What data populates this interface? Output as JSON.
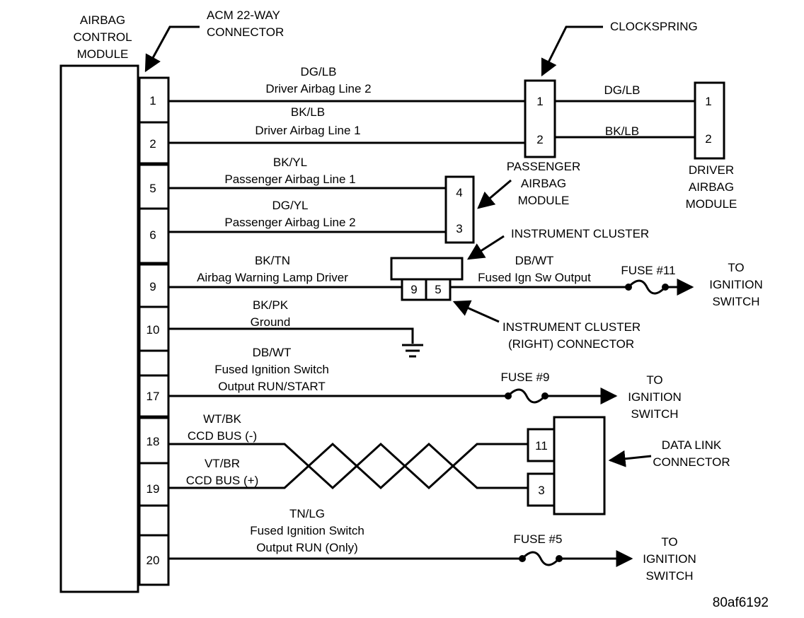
{
  "module": {
    "lines": [
      "AIRBAG",
      "CONTROL",
      "MODULE"
    ]
  },
  "acm_connector": {
    "lines": [
      "ACM 22-WAY",
      "CONNECTOR"
    ]
  },
  "clockspring": {
    "label": "CLOCKSPRING"
  },
  "pins": {
    "p1": "1",
    "p2": "2",
    "p5": "5",
    "p6": "6",
    "p9": "9",
    "p10": "10",
    "p17": "17",
    "p18": "18",
    "p19": "19",
    "p20": "20"
  },
  "wires": {
    "w1": {
      "color": "DG/LB",
      "desc": "Driver Airbag Line 2"
    },
    "w2": {
      "color": "BK/LB",
      "desc": "Driver Airbag Line 1"
    },
    "w5": {
      "color": "BK/YL",
      "desc": "Passenger Airbag Line 1"
    },
    "w6": {
      "color": "DG/YL",
      "desc": "Passenger Airbag Line 2"
    },
    "w9": {
      "color": "BK/TN",
      "desc": "Airbag Warning Lamp Driver"
    },
    "w10": {
      "color": "BK/PK",
      "desc": "Ground"
    },
    "w17": {
      "color": "DB/WT",
      "desc1": "Fused Ignition Switch",
      "desc2": "Output RUN/START"
    },
    "w18": {
      "color": "WT/BK",
      "desc": "CCD BUS (-)"
    },
    "w19": {
      "color": "VT/BR",
      "desc": "CCD BUS (+)"
    },
    "w20": {
      "color": "TN/LG",
      "desc1": "Fused Ignition Switch",
      "desc2": "Output RUN (Only)"
    },
    "cs1": "DG/LB",
    "cs2": "BK/LB",
    "cluster_out": {
      "color": "DB/WT",
      "desc": "Fused Ign Sw Output"
    }
  },
  "clockspring_pins": [
    "1",
    "2"
  ],
  "driver_airbag": {
    "pins": [
      "1",
      "2"
    ],
    "lines": [
      "DRIVER",
      "AIRBAG",
      "MODULE"
    ]
  },
  "passenger_airbag": {
    "pins": [
      "4",
      "3"
    ],
    "lines": [
      "PASSENGER",
      "AIRBAG",
      "MODULE"
    ]
  },
  "instrument_cluster": {
    "label": "INSTRUMENT CLUSTER",
    "pins": [
      "9",
      "5"
    ],
    "connector_lines": [
      "INSTRUMENT CLUSTER",
      "(RIGHT) CONNECTOR"
    ]
  },
  "fuses": {
    "f11": "FUSE #11",
    "f9": "FUSE #9",
    "f5": "FUSE #5"
  },
  "ignition": {
    "lines": [
      "TO",
      "IGNITION",
      "SWITCH"
    ]
  },
  "data_link": {
    "pins": [
      "11",
      "3"
    ],
    "lines": [
      "DATA LINK",
      "CONNECTOR"
    ]
  },
  "figure_id": "80af6192"
}
